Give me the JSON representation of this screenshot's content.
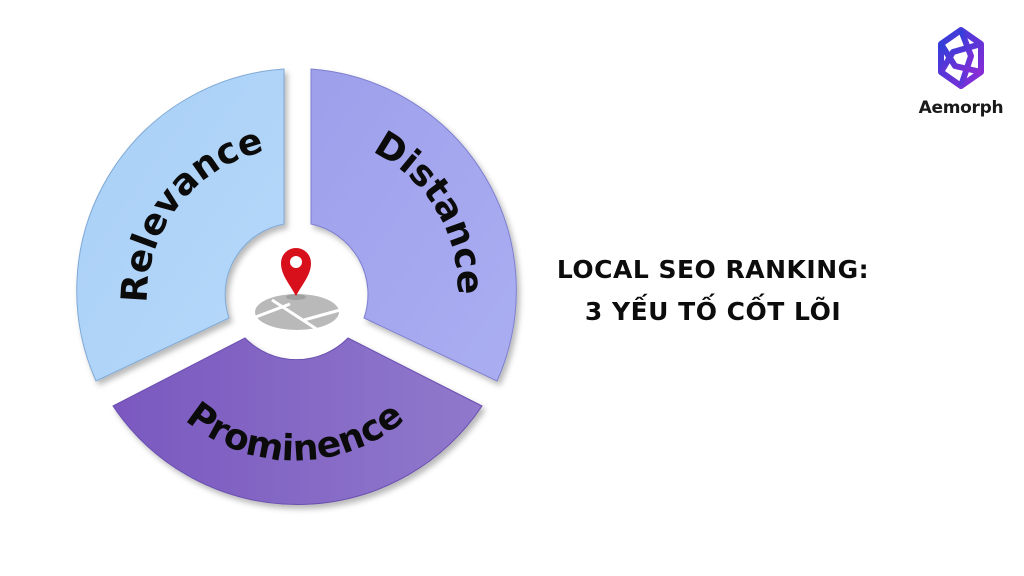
{
  "logo": {
    "name": "Aemorph",
    "icon": "flower-knot-logo-icon",
    "colors": {
      "primary": "#3a3fd8",
      "secondary": "#8a2bd6"
    }
  },
  "title": {
    "line1": "LOCAL SEO RANKING:",
    "line2": "3 YẾU TỐ CỐT LÕI"
  },
  "wheel": {
    "center_icon": "map-pin-on-map-icon",
    "segments": [
      {
        "label": "Relevance",
        "color": "#aed2f6",
        "position": "upper-left"
      },
      {
        "label": "Distance",
        "color": "#a4a6ee",
        "position": "upper-right"
      },
      {
        "label": "Prominence",
        "color": "#8667c6",
        "position": "bottom"
      }
    ],
    "pin_color": "#d8101b",
    "map_color": "#b9b9b9"
  }
}
